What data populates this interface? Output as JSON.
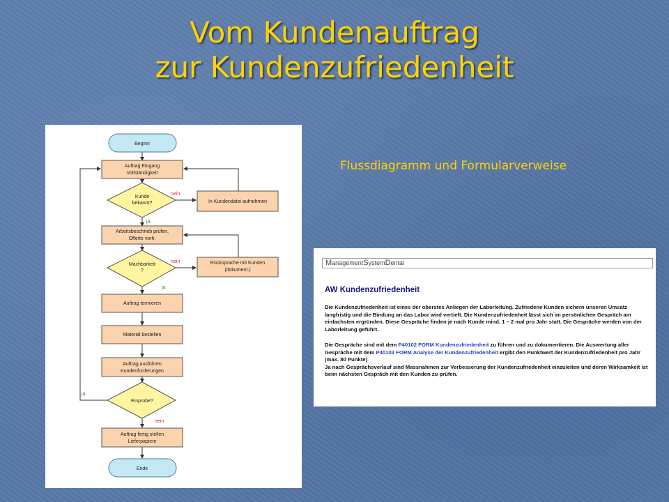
{
  "title": {
    "line1": "Vom Kundenauftrag",
    "line2": "zur Kundenzufriedenheit"
  },
  "subtitle": "Flussdiagramm und Formularverweise",
  "flowchart": {
    "begin": "Beginn",
    "step1": [
      "Auftrag Eingang",
      "Vollständigkeit"
    ],
    "decision1": [
      "Kunde",
      "bekannt?"
    ],
    "side1": "In Kundendatei aufnehmen",
    "step2": [
      "Arbeitsbeschrieb prüfen,",
      "Offerte vorh."
    ],
    "decision2": [
      "Machbarkeit",
      "?"
    ],
    "side2": [
      "Rücksprache mit Kunden",
      "(dokument.)"
    ],
    "step3": "Auftrag termieren",
    "step4": "Material bestellen",
    "step5": [
      "Auftrag ausführen",
      "Kundenforderungen"
    ],
    "decision3": "Einprobe?",
    "step6": [
      "Auftrag fertig stellen",
      "Lieferpapiere"
    ],
    "end": "Ende",
    "label_nein": "nein",
    "label_ja": "ja"
  },
  "document": {
    "header": {
      "c1": "M",
      "r1": "anagement",
      "c2": "S",
      "r2": "ystem",
      "c3": "D",
      "r3": "ental"
    },
    "title": "AW Kundenzufriedenheit",
    "para1": "Die Kundenzufriedenheit ist eines der oberstes Anliegen der Laborleitung. Zufriedene Kunden sichern unseren Umsatz langfristig und die Bindung an das Labor wird vertieft. Die Kundenzufriedenheit lässt sich im persönlichen Gespräch am einfachsten ergründen. Diese Gespräche finden je nach Kunde mind. 1 – 2 mal pro Jahr statt. Die Gespräche werden von der Laborleitung geführt.",
    "para2": {
      "a": "Die Gespräche sind mit dem ",
      "link1": "P40102 FORM Kundenzufriedenheit",
      "b": " zu führen und zu dokumentieren. Die Auswertung aller Gespräche mit dem ",
      "link2": "P40103 FORM Analyse der Kundenzufriedenheit",
      "c": " ergibt den Punktwert der Kundenzufriedenheit pro Jahr (max. 80 Punkte)",
      "d": "Ja nach Gesprächsverlauf sind Massnahmen zur Verbesserung der Kundenzufriedenheit einzuleiten und deren Wirksamkeit ist beim nächsten Gespräch mit den Kunden zu prüfen."
    }
  }
}
